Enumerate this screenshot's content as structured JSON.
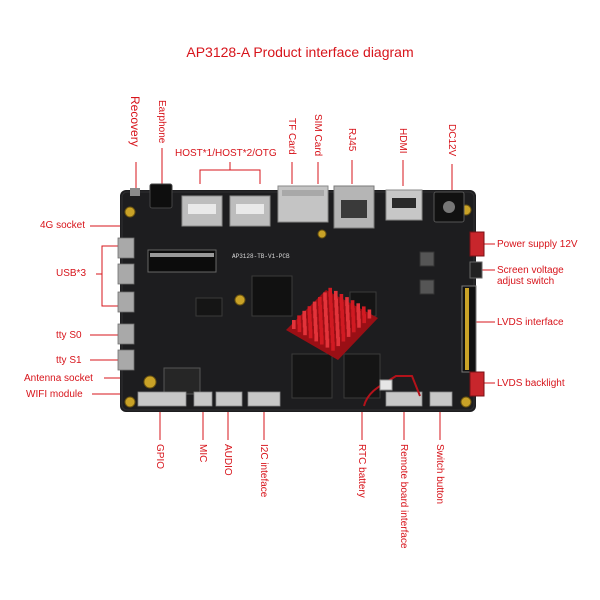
{
  "title": "AP3128-A Product interface diagram",
  "labels": {
    "recovery": "Recovery",
    "earphone": "Earphone",
    "host": "HOST*1/HOST*2/OTG",
    "tf_card": "TF Card",
    "sim_card": "SIM Card",
    "rj45": "RJ45",
    "hdmi": "HDMI",
    "dc12v": "DC12V",
    "socket_4g": "4G socket",
    "usb3": "USB*3",
    "tty_s0": "tty S0",
    "tty_s1": "tty S1",
    "antenna_socket": "Antenna socket",
    "wifi_module": "WIFI module",
    "power_supply": "Power supply 12V",
    "screen_voltage": "Screen voltage",
    "adjust_switch": "adjust switch",
    "lvds_interface": "LVDS interface",
    "lvds_backlight": "LVDS backlight",
    "gpio": "GPIO",
    "mic": "MIC",
    "audio": "AUDIO",
    "i2c": "I2C inteface",
    "rtc_battery": "RTC battery",
    "remote_board": "Remote board interface",
    "switch_button": "Switch button"
  },
  "board_silkscreen": "AP3128-TB-V1-PCB",
  "colors": {
    "label_red": "#d7141b",
    "board": "#1d1d1f",
    "heatsink": "#d11a22",
    "connector": "#b8b8b8"
  }
}
